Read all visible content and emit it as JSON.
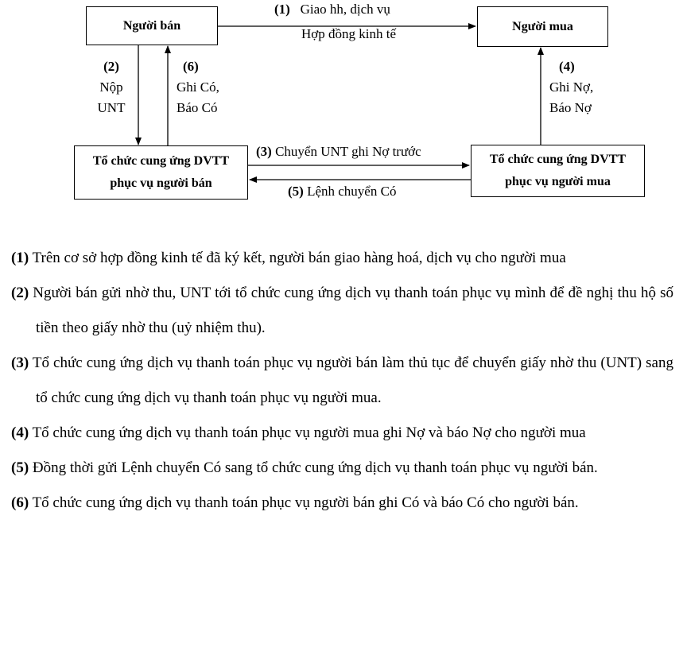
{
  "diagram": {
    "boxes": {
      "seller": "Người bán",
      "buyer": "Người mua",
      "psp_seller_line1": "Tổ chức cung ứng DVTT",
      "psp_seller_line2": "phục vụ người bán",
      "psp_buyer_line1": "Tổ chức cung ứng DVTT",
      "psp_buyer_line2": "phục vụ người mua"
    },
    "edges": {
      "e1": {
        "num": "(1)",
        "line1": "Giao hh, dịch vụ",
        "line2": "Hợp đồng kinh tế"
      },
      "e2": {
        "num": "(2)",
        "line1": "Nộp",
        "line2": "UNT"
      },
      "e6": {
        "num": "(6)",
        "line1": "Ghi Có,",
        "line2": "Báo Có"
      },
      "e4": {
        "num": "(4)",
        "line1": "Ghi Nợ,",
        "line2": "Báo Nợ"
      },
      "e3": {
        "num": "(3)",
        "text": "Chuyển UNT ghi Nợ trước"
      },
      "e5": {
        "num": "(5)",
        "text": "Lệnh chuyển Có"
      }
    }
  },
  "descriptions": [
    {
      "num": "(1)",
      "text": "Trên cơ sở hợp đồng kinh tế đã ký kết, người bán giao hàng hoá, dịch vụ cho người mua"
    },
    {
      "num": "(2)",
      "text": "Người bán gửi nhờ thu, UNT tới tổ chức cung ứng dịch vụ thanh toán phục vụ mình để đề nghị thu hộ số tiền theo giấy nhờ thu (uỷ nhiệm thu)."
    },
    {
      "num": "(3)",
      "text": "Tổ chức cung ứng dịch vụ thanh toán phục vụ người bán làm thủ tục để chuyển giấy nhờ thu (UNT) sang tổ chức cung ứng dịch vụ thanh toán phục vụ người mua."
    },
    {
      "num": "(4)",
      "text": "Tổ chức cung ứng dịch vụ thanh toán phục vụ người mua ghi Nợ và báo Nợ cho người mua"
    },
    {
      "num": "(5)",
      "text": "Đồng thời gửi Lệnh chuyển Có sang tổ chức cung ứng dịch vụ thanh toán phục vụ người bán."
    },
    {
      "num": "(6)",
      "text": "Tổ chức cung ứng dịch vụ thanh toán phục vụ người bán ghi Có và báo Có cho người bán."
    }
  ]
}
